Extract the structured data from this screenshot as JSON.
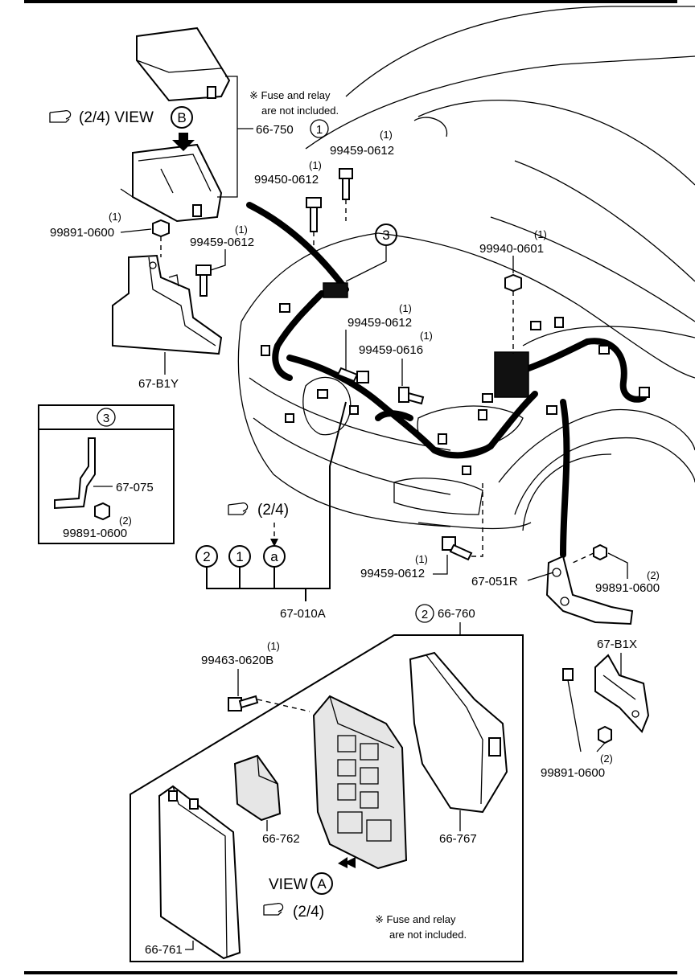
{
  "notes": {
    "fuse_note_top_1": "※ Fuse and relay",
    "fuse_note_top_2": "are not included.",
    "fuse_note_bottom_1": "※ Fuse and relay",
    "fuse_note_bottom_2": "are not included."
  },
  "refs": {
    "view_b_ref": "(2/4) VIEW",
    "view_b_letter": "B",
    "view_a_word": "VIEW",
    "view_a_letter": "A",
    "view_a_ref": "(2/4)",
    "harness_ref": "(2/4)"
  },
  "callouts": {
    "c1": "1",
    "c2": "2",
    "c3": "3",
    "ca": "a",
    "c3_box": "3",
    "c2_box": "2",
    "c1_harness": "1",
    "c2_harness": "2"
  },
  "parts": {
    "p66750": "66-750",
    "p99459_0612_a": "99459-0612",
    "p99459_0612_a_qty": "(1)",
    "p99450_0612": "99450-0612",
    "p99450_0612_qty": "(1)",
    "p99891_0600_a": "99891-0600",
    "p99891_0600_a_qty": "(1)",
    "p99459_0612_b": "99459-0612",
    "p99459_0612_b_qty": "(1)",
    "p67B1Y": "67-B1Y",
    "p99940_0601": "99940-0601",
    "p99940_0601_qty": "(1)",
    "p99459_0612_c": "99459-0612",
    "p99459_0612_c_qty": "(1)",
    "p99459_0616": "99459-0616",
    "p99459_0616_qty": "(1)",
    "p67075": "67-075",
    "p99891_0600_box": "99891-0600",
    "p99891_0600_box_qty": "(2)",
    "p67010A": "67-010A",
    "p99459_0612_d": "99459-0612",
    "p99459_0612_d_qty": "(1)",
    "p67051R": "67-051R",
    "p99891_0600_b": "99891-0600",
    "p99891_0600_b_qty": "(2)",
    "p66760": "66-760",
    "p99463_0620B": "99463-0620B",
    "p99463_0620B_qty": "(1)",
    "p67B1X": "67-B1X",
    "p99891_0600_c": "99891-0600",
    "p99891_0600_c_qty": "(2)",
    "p66762": "66-762",
    "p66767": "66-767",
    "p66761": "66-761"
  }
}
